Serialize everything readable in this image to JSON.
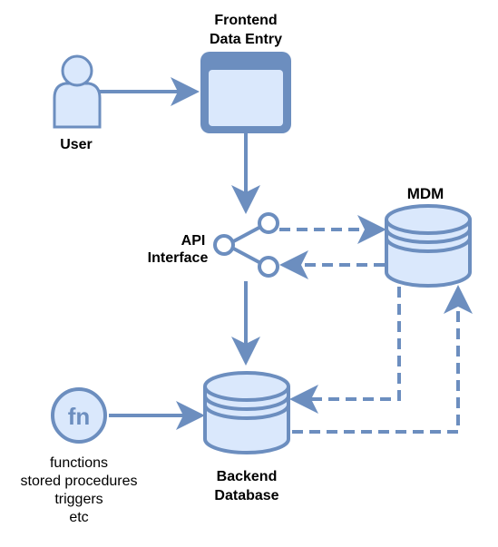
{
  "colors": {
    "stroke": "#6c8ebf",
    "fill": "#dae8fc",
    "text": "#000000"
  },
  "nodes": {
    "user": {
      "label": "User",
      "icon": "user-icon"
    },
    "frontend": {
      "label_line1": "Frontend",
      "label_line2": "Data Entry",
      "icon": "browser-window-icon"
    },
    "api": {
      "label_line1": "API",
      "label_line2": "Interface",
      "icon": "share-icon"
    },
    "mdm": {
      "label": "MDM",
      "icon": "database-cylinder-icon"
    },
    "backend": {
      "label_line1": "Backend",
      "label_line2": "Database",
      "icon": "database-cylinder-icon"
    },
    "functions": {
      "icon_text": "fn",
      "caption_lines": [
        "functions",
        "stored procedures",
        "triggers",
        "etc"
      ]
    }
  }
}
